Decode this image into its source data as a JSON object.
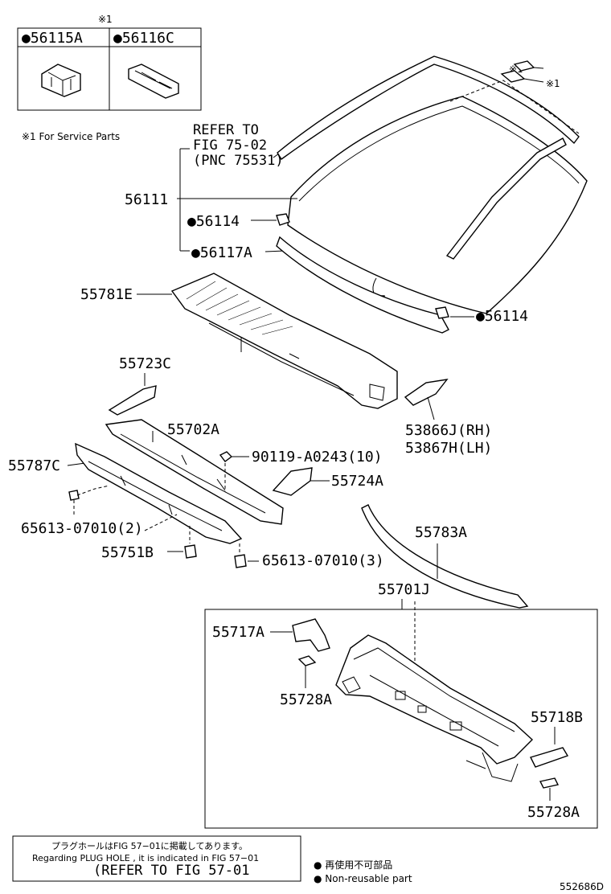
{
  "service_box": {
    "header_mark": "※1",
    "col1": "●56115A",
    "col2": "●56116C"
  },
  "service_note": "※1 For Service Parts",
  "refer_fig75": [
    "REFER TO",
    "FIG 75-02",
    "(PNC 75531)"
  ],
  "marks": {
    "m1": "※1",
    "m2": "※1"
  },
  "labels": {
    "p56111": "56111",
    "p56114a": "●56114",
    "p56117a": "●56117A",
    "p56114b": "●56114",
    "p55781e": "55781E",
    "p55723c": "55723C",
    "p55702a": "55702A",
    "p90119": "90119-A0243(10)",
    "p55787c": "55787C",
    "p53866j": "53866J(RH)",
    "p53867h": "53867H(LH)",
    "p55724a": "55724A",
    "p65613a": "65613-07010(2)",
    "p55751b": "55751B",
    "p65613b": "65613-07010(3)",
    "p55783a": "55783A",
    "p55701j": "55701J",
    "p55717a": "55717A",
    "p55728a_1": "55728A",
    "p55718b": "55718B",
    "p55728a_2": "55728A"
  },
  "footer": {
    "line_jp": "プラグホールはFIG 57−01に掲載してあります。",
    "line_en": "Regarding  PLUG HOLE , it is indicated in FIG  57−01",
    "line_ref": "(REFER TO FIG 57-01",
    "legend_jp": "● 再使用不可部品",
    "legend_en": "● Non-reusable part",
    "fig_code": "552686D"
  }
}
